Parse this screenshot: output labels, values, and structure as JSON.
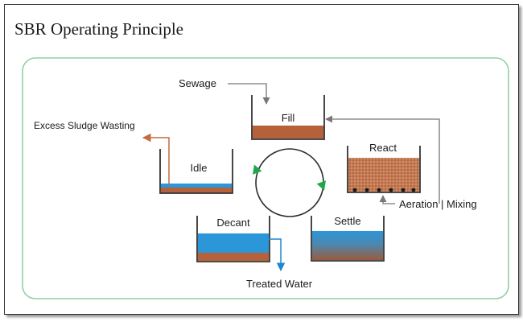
{
  "title": "SBR Operating Principle",
  "stages": {
    "fill": "Fill",
    "react": "React",
    "settle": "Settle",
    "decant": "Decant",
    "idle": "Idle"
  },
  "labels": {
    "sewage": "Sewage",
    "excess_sludge": "Excess Sludge Wasting",
    "treated_water": "Treated Water",
    "aeration_mixing": "Aeration | Mixing"
  },
  "colors": {
    "panel_border": "#8fd0a3",
    "sludge": "#b5623a",
    "water": "#2b96d8",
    "cycle_arrow": "#1fa84a",
    "sludge_line": "#c8693e",
    "water_line": "#1d86cf",
    "feed_line": "#888888"
  }
}
